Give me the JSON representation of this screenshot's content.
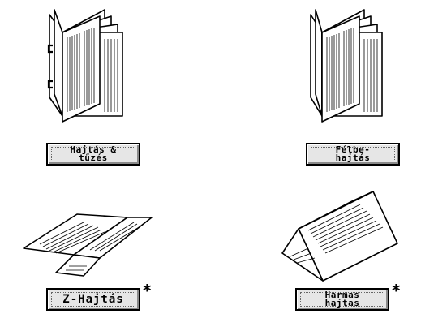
{
  "options": [
    {
      "id": "staple-fold",
      "label": "Hajtás &\ntűzés",
      "asterisk": ""
    },
    {
      "id": "half-fold",
      "label": "Félbe-\nhajtás",
      "asterisk": ""
    },
    {
      "id": "z-fold",
      "label": "Z-Hajtás",
      "asterisk": "*"
    },
    {
      "id": "tri-fold",
      "label": "Harmas\nhajtas",
      "asterisk": "*"
    }
  ]
}
